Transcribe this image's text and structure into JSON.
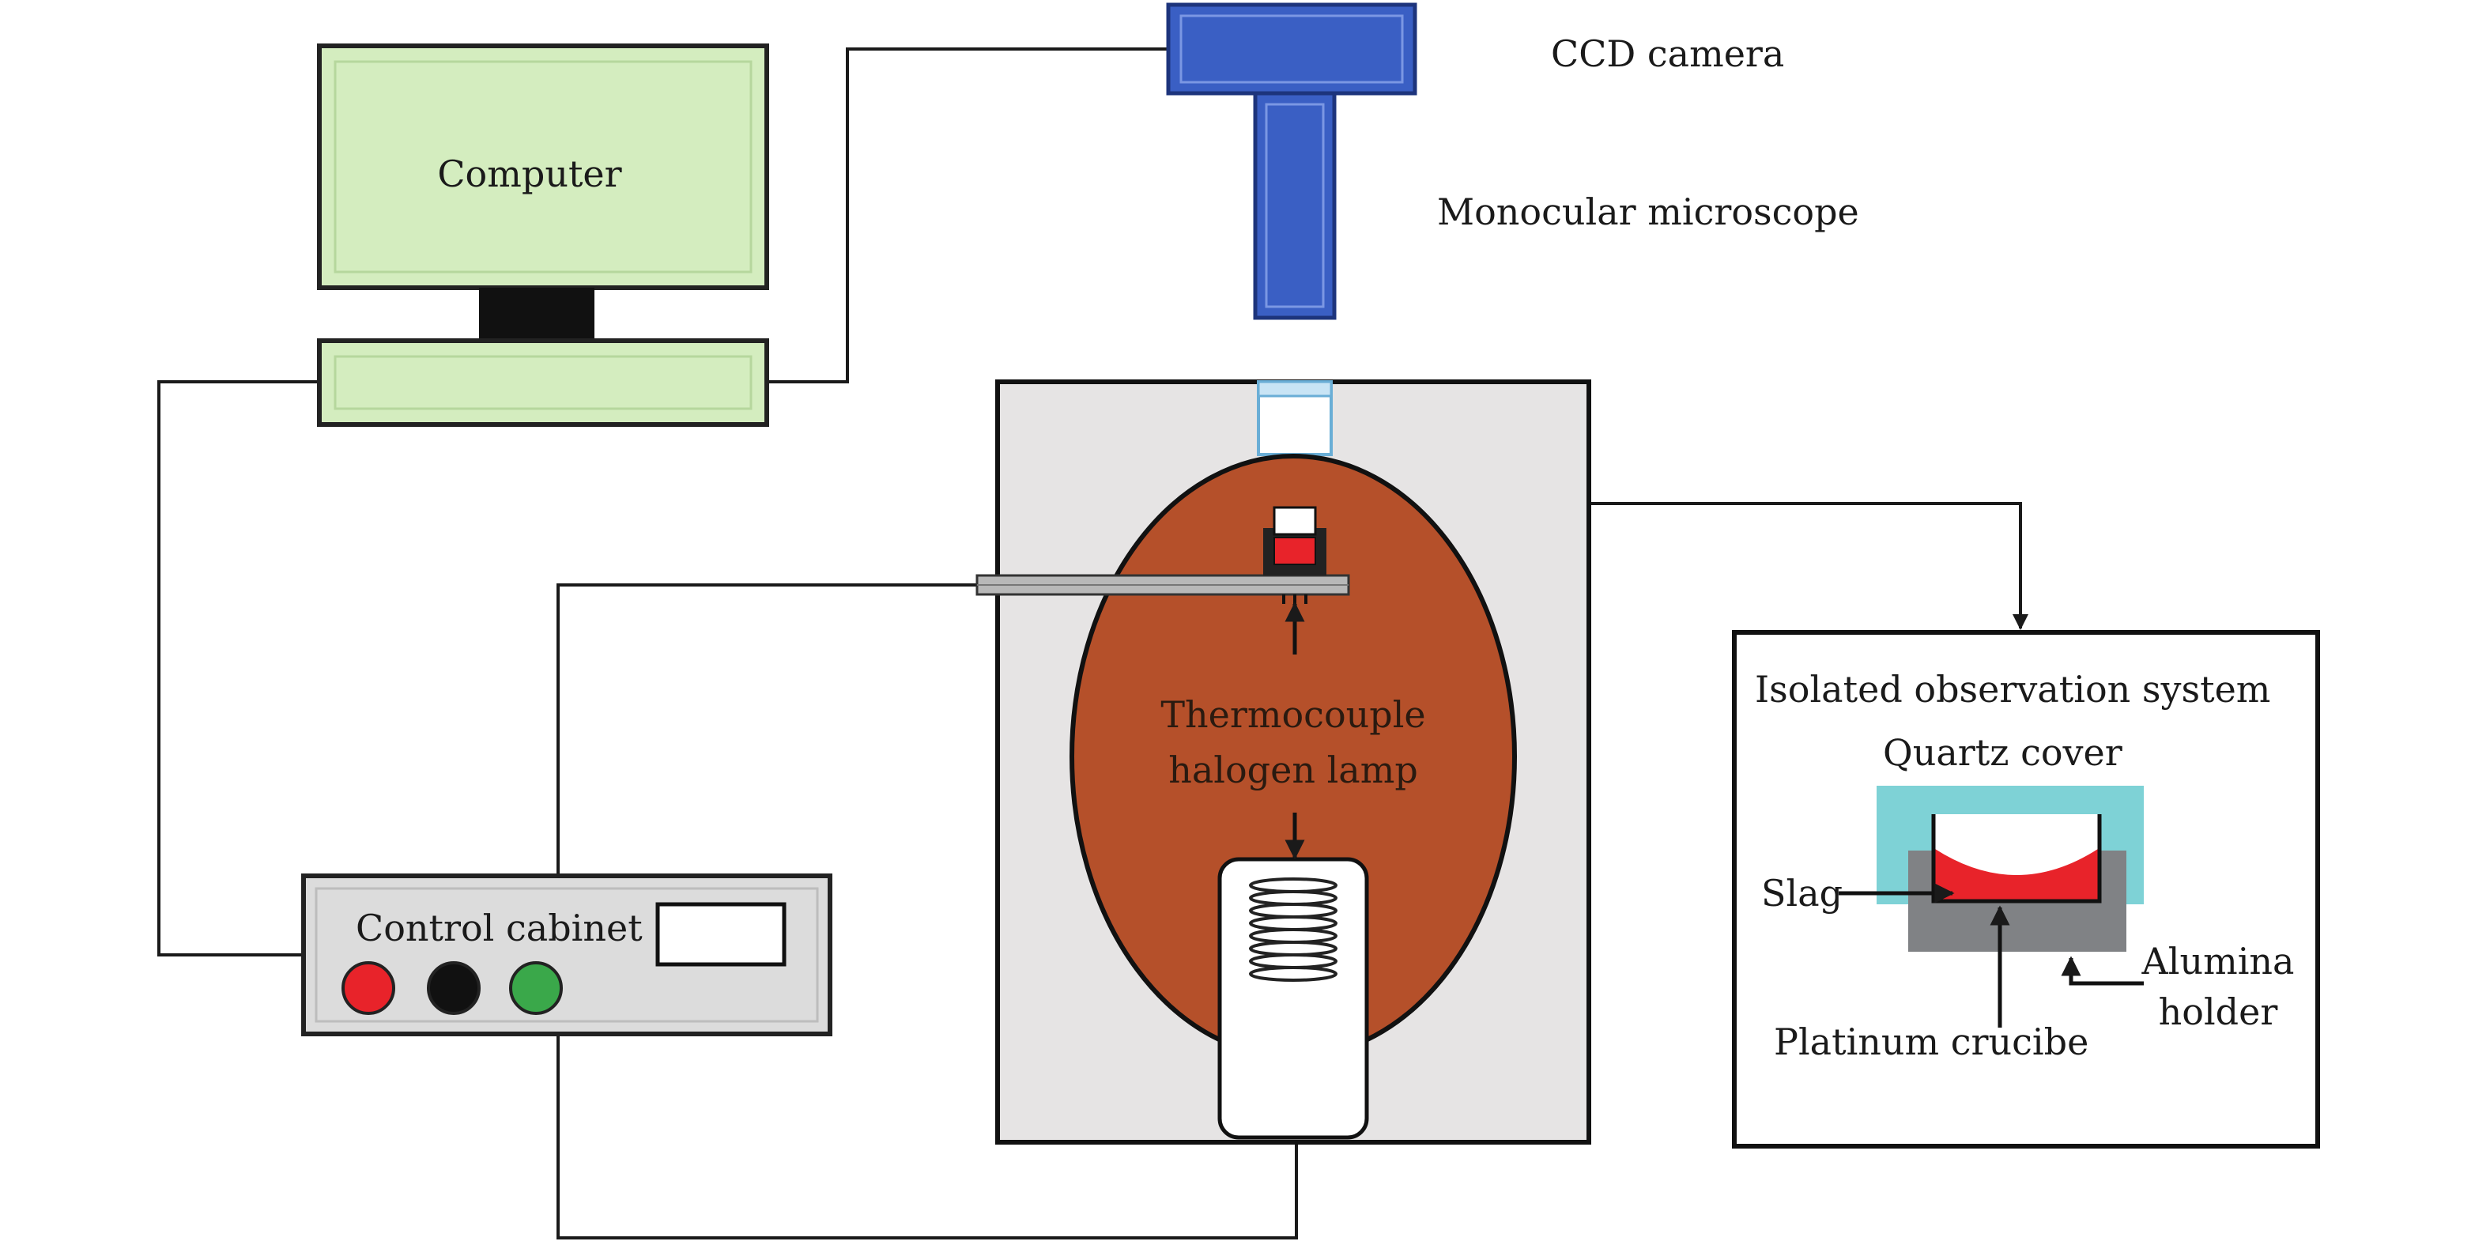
{
  "labels": {
    "computer": "Computer",
    "ccd_camera": "CCD camera",
    "microscope": "Monocular microscope",
    "thermocouple_line1": "Thermocouple",
    "thermocouple_line2": "halogen lamp",
    "control_cabinet": "Control cabinet",
    "isolated_system": "Isolated observation system",
    "quartz_cover": "Quartz cover",
    "slag": "Slag",
    "alumina_line1": "Alumina",
    "alumina_line2": "holder",
    "platinum_crucible": "Platinum crucibe"
  },
  "colors": {
    "computer_fill": "#d4edbf",
    "computer_stroke": "#222222",
    "camera_blue": "#3a5fc4",
    "furnace_gray": "#e6e4e4",
    "chamber_brown": "#b5502a",
    "crucible_red": "#e8232a",
    "quartz_cyan": "#7ed2d6",
    "holder_gray": "#808285",
    "cabinet_gray": "#dcdcdc",
    "button_red": "#e8232a",
    "button_black": "#111111",
    "button_green": "#3aa84a",
    "window_blue": "#c8e4f5"
  }
}
